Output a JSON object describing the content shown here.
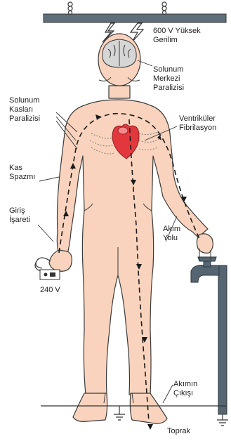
{
  "labels": {
    "high_voltage": "600 V Yüksek\nGerilim",
    "respiratory_center": "Solunum\nMerkezi\nParalizisi",
    "respiratory_muscles": "Solunum\nKasları\nParalizisi",
    "ventricular": "Ventriküler\nFibrilasyon",
    "muscle_spasm": "Kas\nSpazmı",
    "entry_mark": "Giriş\nİşareti",
    "voltage_240": "240 V",
    "current_path": "Akım\nYolu",
    "current_exit": "Akımın\nÇıkışı",
    "ground": "Toprak"
  },
  "colors": {
    "skin": "#f9d3bd",
    "outline": "#3a3a3a",
    "heart": "#e2383d",
    "bar": "#5f6f7a",
    "pipe": "#556672",
    "arrow": "#1a1a1a"
  }
}
